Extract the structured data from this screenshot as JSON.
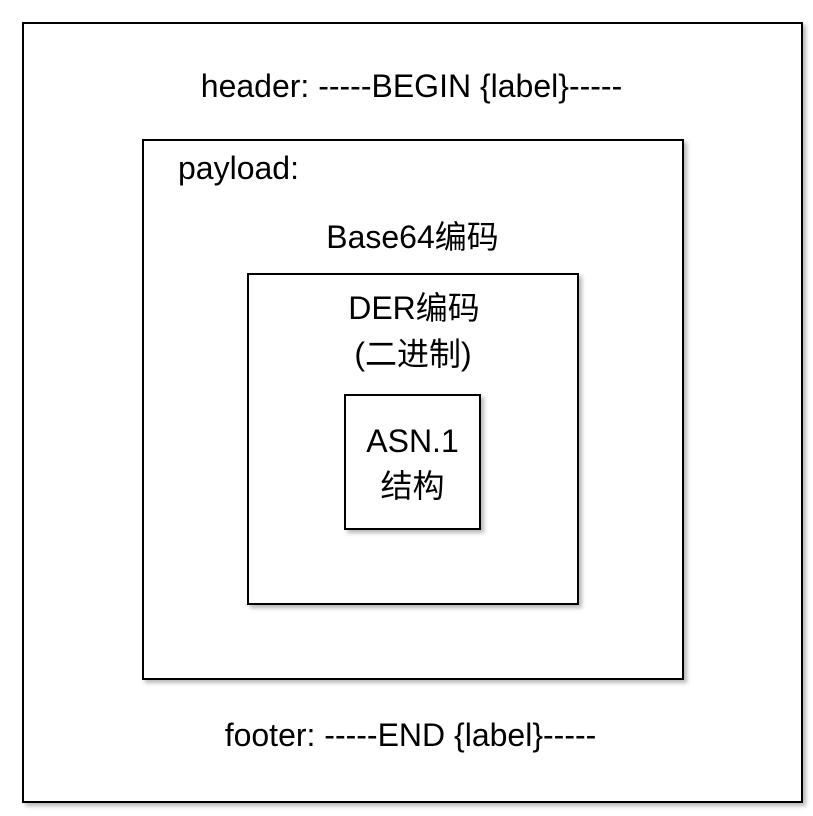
{
  "diagram": {
    "header": "header: -----BEGIN {label}-----",
    "payload_label": "payload:",
    "base64_label": "Base64编码",
    "der_label": "DER编码",
    "der_sublabel": "(二进制)",
    "asn_label": "ASN.1",
    "asn_sublabel": "结构",
    "footer": "footer: -----END {label}-----"
  }
}
